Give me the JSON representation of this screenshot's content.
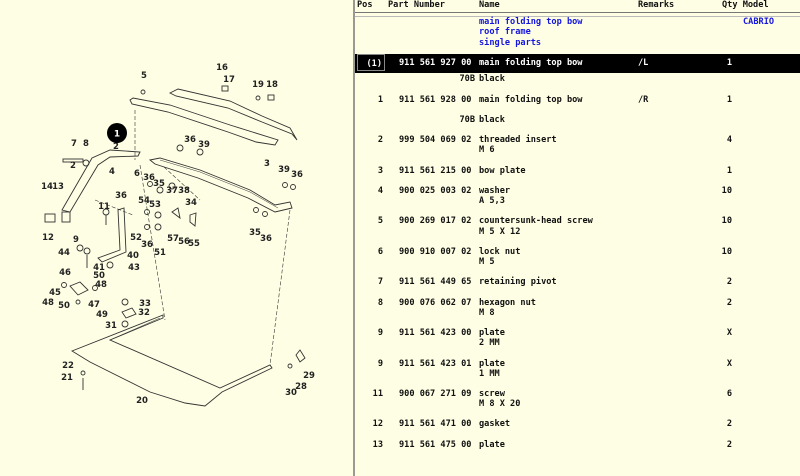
{
  "header": {
    "pos": "Pos",
    "part_number": "Part Number",
    "name": "Name",
    "remarks": "Remarks",
    "qty_model": "Qty Model"
  },
  "group": {
    "lines": [
      "main folding top bow",
      "roof frame",
      "single parts"
    ],
    "model": "CABRIO"
  },
  "rows": [
    {
      "pos": "(1)",
      "part": "911 561 927 00",
      "name": "main folding top bow",
      "sub": "",
      "remarks": "/L",
      "qty": "1",
      "selected": true
    },
    {
      "pos": "",
      "part": "",
      "color": "70B",
      "name": "black",
      "sub": "",
      "remarks": "",
      "qty": ""
    },
    {
      "pos": "1",
      "part": "911 561 928 00",
      "name": "main folding top bow",
      "sub": "",
      "remarks": "/R",
      "qty": "1"
    },
    {
      "pos": "",
      "part": "",
      "color": "70B",
      "name": "black",
      "sub": "",
      "remarks": "",
      "qty": ""
    },
    {
      "pos": "2",
      "part": "999 504 069 02",
      "name": "threaded insert",
      "sub": "M 6",
      "remarks": "",
      "qty": "4"
    },
    {
      "pos": "3",
      "part": "911 561 215 00",
      "name": "bow plate",
      "sub": "",
      "remarks": "",
      "qty": "1"
    },
    {
      "pos": "4",
      "part": "900 025 003 02",
      "name": "washer",
      "sub": "A 5,3",
      "remarks": "",
      "qty": "10"
    },
    {
      "pos": "5",
      "part": "900 269 017 02",
      "name": "countersunk-head screw",
      "sub": "M 5 X 12",
      "remarks": "",
      "qty": "10"
    },
    {
      "pos": "6",
      "part": "900 910 007 02",
      "name": "lock nut",
      "sub": "M 5",
      "remarks": "",
      "qty": "10"
    },
    {
      "pos": "7",
      "part": "911 561 449 65",
      "name": "retaining pivot",
      "sub": "",
      "remarks": "",
      "qty": "2"
    },
    {
      "pos": "8",
      "part": "900 076 062 07",
      "name": "hexagon nut",
      "sub": "M 8",
      "remarks": "",
      "qty": "2"
    },
    {
      "pos": "9",
      "part": "911 561 423 00",
      "name": "plate",
      "sub": "2 MM",
      "remarks": "",
      "qty": "X"
    },
    {
      "pos": "9",
      "part": "911 561 423 01",
      "name": "plate",
      "sub": "1 MM",
      "remarks": "",
      "qty": "X"
    },
    {
      "pos": "11",
      "part": "900 067 271 09",
      "name": "screw",
      "sub": "M 8 X 20",
      "remarks": "",
      "qty": "6"
    },
    {
      "pos": "12",
      "part": "911 561 471 00",
      "name": "gasket",
      "sub": "",
      "remarks": "",
      "qty": "2"
    },
    {
      "pos": "13",
      "part": "911 561 475 00",
      "name": "plate",
      "sub": "",
      "remarks": "",
      "qty": "2"
    }
  ],
  "diagram": {
    "selected_callout": "1",
    "callouts": [
      "5",
      "16",
      "17",
      "19",
      "18",
      "2",
      "3",
      "36",
      "39",
      "7",
      "8",
      "2",
      "4",
      "6",
      "36",
      "35",
      "14",
      "13",
      "36",
      "37",
      "38",
      "34",
      "39",
      "36",
      "11",
      "54",
      "53",
      "12",
      "9",
      "52",
      "36",
      "51",
      "57",
      "56",
      "55",
      "35",
      "36",
      "44",
      "40",
      "41",
      "43",
      "46",
      "50",
      "48",
      "45",
      "48",
      "50",
      "47",
      "49",
      "33",
      "32",
      "31",
      "22",
      "21",
      "20",
      "29",
      "28",
      "30"
    ]
  }
}
